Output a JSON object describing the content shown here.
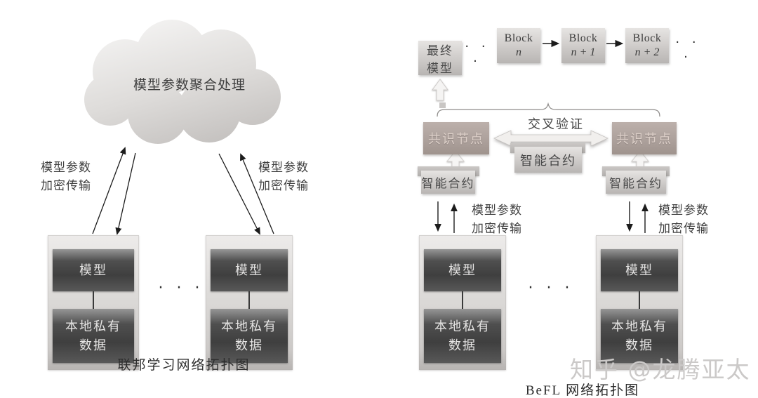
{
  "shared": {
    "model": "模型",
    "local_data_lines": [
      "本地私有",
      "数据"
    ],
    "param_lines": [
      "模型参数",
      "加密传输"
    ],
    "dots": "· · ·",
    "smart_contract": "智能合约",
    "consensus_node": "共识节点"
  },
  "left_diagram": {
    "cloud_label": "模型参数聚合处理",
    "caption": "联邦学习网络拓扑图"
  },
  "right_diagram": {
    "final_model_lines": [
      "最终",
      "模型"
    ],
    "blocks": [
      {
        "title": "Block",
        "sub": "n"
      },
      {
        "title": "Block",
        "sub": "n + 1"
      },
      {
        "title": "Block",
        "sub": "n + 2"
      }
    ],
    "cross_validation": "交叉验证",
    "caption": "BeFL 网络拓扑图"
  },
  "watermark": "知乎 @龙腾亚太",
  "colors": {
    "panel": "#d4d1cf",
    "dark_node": "#454545",
    "consensus_fill": "#ada19c",
    "text": "#3f3f3f",
    "watermark": "#cbc9c8",
    "arrow": "#1c1c1c"
  }
}
